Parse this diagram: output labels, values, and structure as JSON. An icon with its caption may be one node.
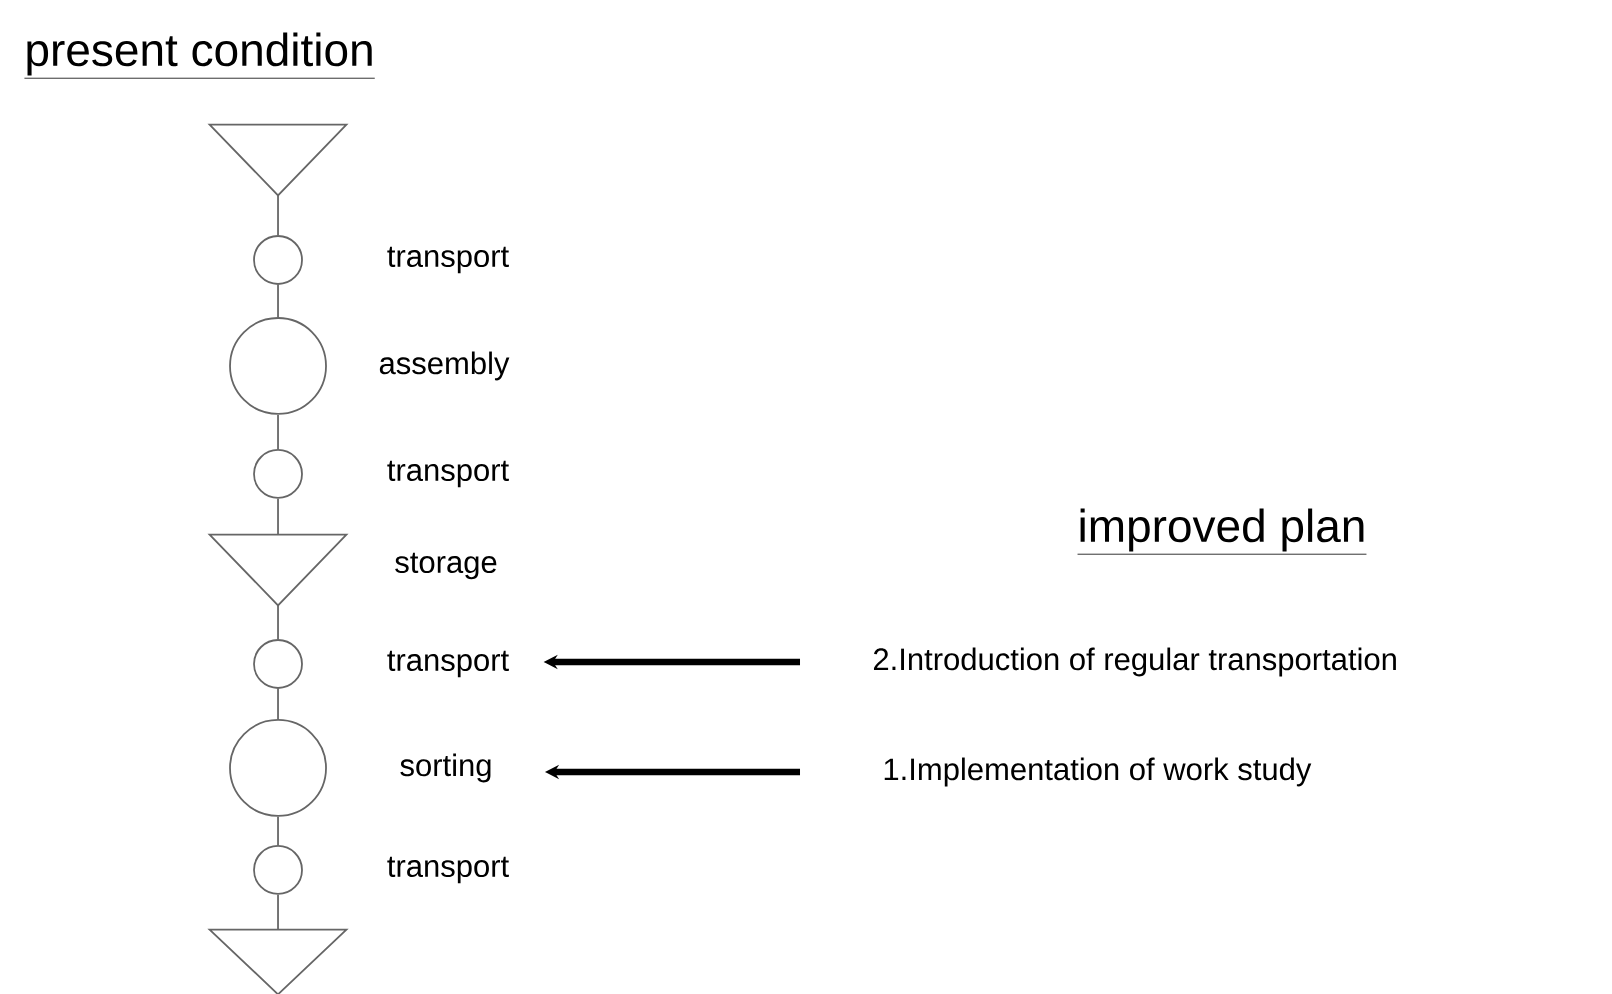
{
  "diagram": {
    "title": "present condition",
    "nodes": [
      {
        "text": [],
        "shape": "triangle"
      },
      {
        "text": [],
        "shape": "circle"
      },
      {
        "text": [
          "transport"
        ]
      },
      {
        "text": [],
        "shape": "circle"
      },
      {
        "text": [
          "assembly"
        ]
      },
      {
        "text": [],
        "shape": "circle"
      },
      {
        "text": [
          "transport"
        ]
      },
      {
        "text": [],
        "shape": "triangle"
      },
      {
        "text": [
          "storage"
        ]
      },
      {
        "text": [],
        "shape": "circle"
      },
      {
        "text": [
          "transport"
        ]
      },
      {
        "text": [],
        "shape": "circle"
      },
      {
        "text": [
          "sorting"
        ]
      },
      {
        "text": [],
        "shape": "circle"
      },
      {
        "text": [
          "transport"
        ]
      },
      {
        "text": [],
        "shape": "triangle"
      },
      {
        "text": [
          "2.Introduction of regular transportation"
        ]
      },
      {
        "text": [
          "1.Implementation of work study"
        ]
      }
    ],
    "edges": [
      {
        "from": 0,
        "to": 1,
        "arrow": "none"
      },
      {
        "from": 1,
        "to": 3,
        "arrow": "none"
      },
      {
        "from": 3,
        "to": 5,
        "arrow": "none"
      },
      {
        "from": 5,
        "to": 7,
        "arrow": "none"
      },
      {
        "from": 7,
        "to": 9,
        "arrow": "none"
      },
      {
        "from": 9,
        "to": 11,
        "arrow": "none"
      },
      {
        "from": 11,
        "to": 13,
        "arrow": "none"
      },
      {
        "from": 13,
        "to": 15,
        "arrow": "none"
      },
      {
        "from": 16,
        "to": 10,
        "arrow": "to",
        "style": "thick",
        "color": "#000000"
      },
      {
        "from": 17,
        "to": 12,
        "arrow": "to",
        "style": "thick",
        "color": "#000000"
      }
    ],
    "labels": [
      "improved plan"
    ]
  }
}
